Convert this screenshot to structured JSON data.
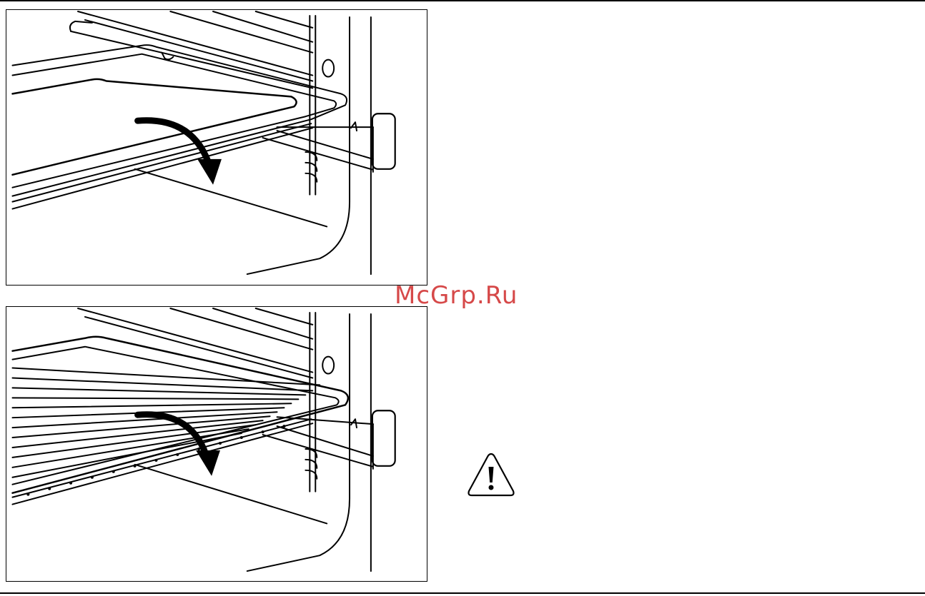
{
  "watermark": {
    "text": "McGrp.Ru"
  },
  "figures": [
    {
      "name": "drip-tray-insert"
    },
    {
      "name": "wire-shelf-insert"
    }
  ],
  "icons": {
    "arrow": "curved-arrow-icon",
    "warning": "warning-triangle-icon"
  },
  "colors": {
    "line": "#000000",
    "watermark": "#cf2a2a"
  }
}
